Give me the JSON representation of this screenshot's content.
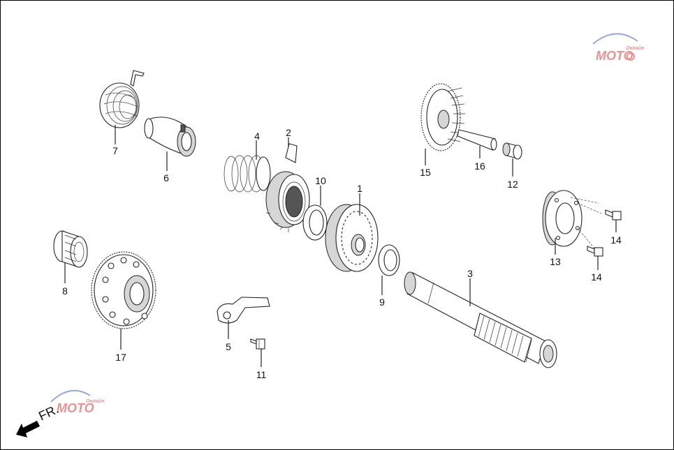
{
  "diagram": {
    "callouts": [
      {
        "id": "1",
        "text": "1"
      },
      {
        "id": "2",
        "text": "2"
      },
      {
        "id": "3",
        "text": "3"
      },
      {
        "id": "4",
        "text": "4"
      },
      {
        "id": "5",
        "text": "5"
      },
      {
        "id": "6",
        "text": "6"
      },
      {
        "id": "7",
        "text": "7"
      },
      {
        "id": "8",
        "text": "8"
      },
      {
        "id": "9",
        "text": "9"
      },
      {
        "id": "10",
        "text": "10"
      },
      {
        "id": "11",
        "text": "11"
      },
      {
        "id": "12",
        "text": "12"
      },
      {
        "id": "13",
        "text": "13"
      },
      {
        "id": "14a",
        "text": "14"
      },
      {
        "id": "14b",
        "text": "14"
      },
      {
        "id": "15",
        "text": "15"
      },
      {
        "id": "16",
        "text": "16"
      },
      {
        "id": "17",
        "text": "17"
      }
    ],
    "direction_label": "FR.",
    "watermark_text": "MOTO",
    "watermark_sub": "Онлайн",
    "colors": {
      "line": "#222222",
      "watermark_red": "#d93a3a",
      "watermark_blue": "#4a64b8"
    }
  }
}
